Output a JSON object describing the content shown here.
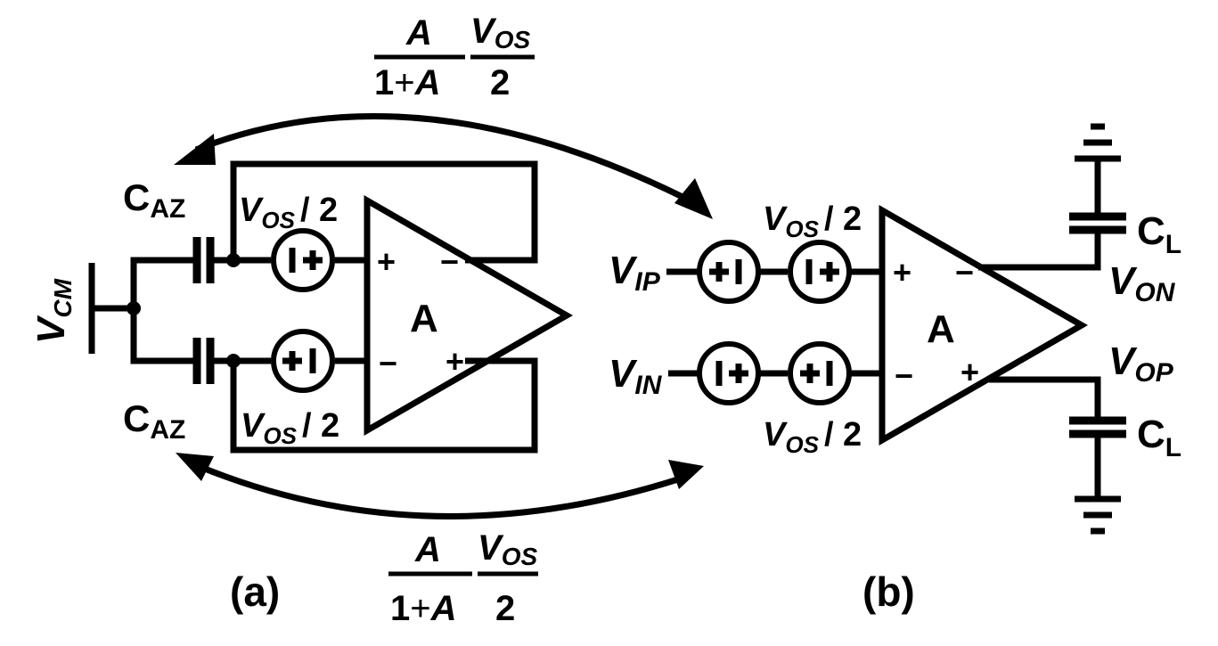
{
  "panel_a": {
    "caption": "(a)",
    "amp_label": "A",
    "vcm": {
      "main": "V",
      "sub": "CM"
    },
    "caz_top": {
      "main": "C",
      "sub": "AZ"
    },
    "caz_bottom": {
      "main": "C",
      "sub": "AZ"
    },
    "vos_top": {
      "main": "V",
      "sub": "OS",
      "tail": "/ 2"
    },
    "vos_bottom": {
      "main": "V",
      "sub": "OS",
      "tail": "/ 2"
    },
    "in_plus": "+",
    "in_minus": "−",
    "out_minus": "−",
    "out_plus": "+",
    "src_top_glyph": "I+",
    "src_bottom_glyph": "+I"
  },
  "panel_b": {
    "caption": "(b)",
    "amp_label": "A",
    "vip": {
      "main": "V",
      "sub": "IP"
    },
    "vin": {
      "main": "V",
      "sub": "IN"
    },
    "von": {
      "main": "V",
      "sub": "ON"
    },
    "vop": {
      "main": "V",
      "sub": "OP"
    },
    "cl_top": {
      "main": "C",
      "sub": "L"
    },
    "cl_bottom": {
      "main": "C",
      "sub": "L"
    },
    "vos_top": {
      "main": "V",
      "sub": "OS",
      "tail": "/ 2"
    },
    "vos_bottom": {
      "main": "V",
      "sub": "OS",
      "tail": "/ 2"
    },
    "in_plus": "+",
    "in_minus": "−",
    "out_minus": "−",
    "out_plus": "+",
    "src_glyphs": [
      "+I",
      "I+",
      "I+",
      "+I"
    ]
  },
  "transfer_top": {
    "num_a": "A",
    "den_1": "1",
    "den_op": "+",
    "den_a": "A",
    "vos_main": "V",
    "vos_sub": "OS",
    "two": "2"
  },
  "transfer_bottom": {
    "num_a": "A",
    "den_1": "1",
    "den_op": "+",
    "den_a": "A",
    "vos_main": "V",
    "vos_sub": "OS",
    "two": "2"
  }
}
